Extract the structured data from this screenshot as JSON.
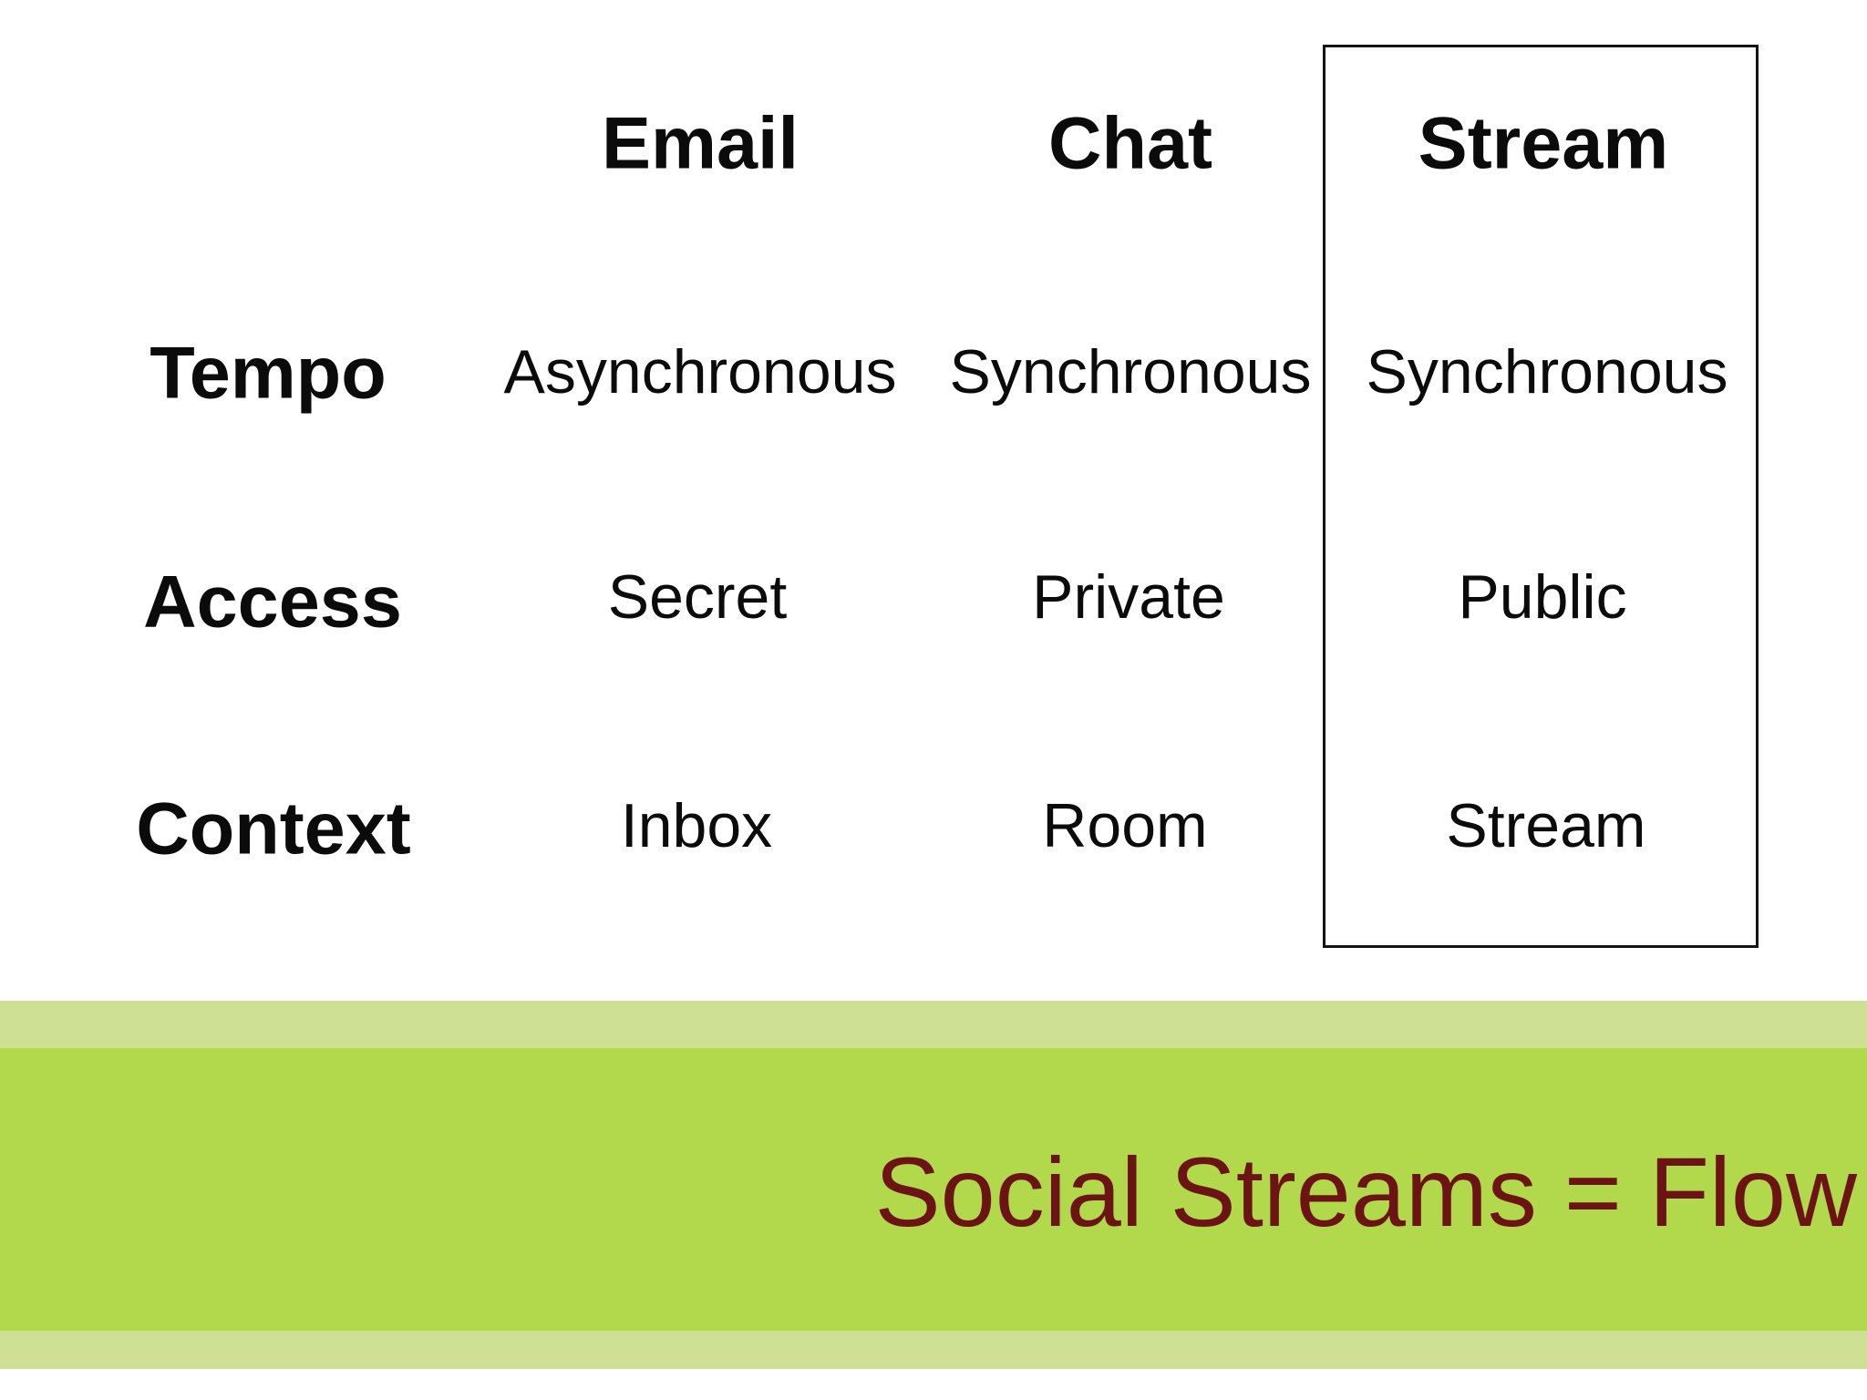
{
  "slide": {
    "columns": [
      {
        "label": "Email",
        "highlighted": false
      },
      {
        "label": "Chat",
        "highlighted": false
      },
      {
        "label": "Stream",
        "highlighted": true
      }
    ],
    "rows": [
      {
        "label": "Tempo",
        "values": [
          "Asynchronous",
          "Synchronous",
          "Synchronous"
        ]
      },
      {
        "label": "Access",
        "values": [
          "Secret",
          "Private",
          "Public"
        ]
      },
      {
        "label": "Context",
        "values": [
          "Inbox",
          "Room",
          "Stream"
        ]
      }
    ],
    "highlighted_column": "Stream"
  },
  "banner": {
    "text": "Social Streams = Flow"
  },
  "colors": {
    "table-text": "#0b0b0b",
    "highlight-border": "#141414",
    "banner-dark": "#b2d84b",
    "banner-light": "#cde093",
    "banner-text": "#6b1413"
  }
}
